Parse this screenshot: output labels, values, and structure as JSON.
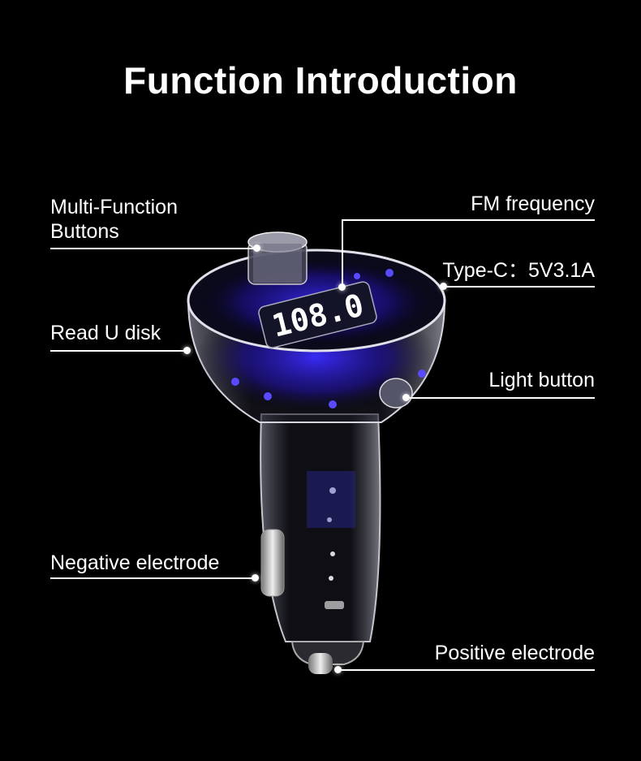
{
  "title": "Function Introduction",
  "callouts": {
    "multi_function": {
      "line1": "Multi-Function",
      "line2": "Buttons"
    },
    "fm_frequency": "FM frequency",
    "type_c": "Type-C：5V3.1A",
    "read_u_disk": "Read U disk",
    "light_button": "Light button",
    "negative_electrode": "Negative electrode",
    "positive_electrode": "Positive electrode"
  },
  "display": {
    "reading": "108.0"
  },
  "colors": {
    "background": "#000000",
    "accent_glow": "#2a2aff",
    "text": "#ffffff"
  }
}
